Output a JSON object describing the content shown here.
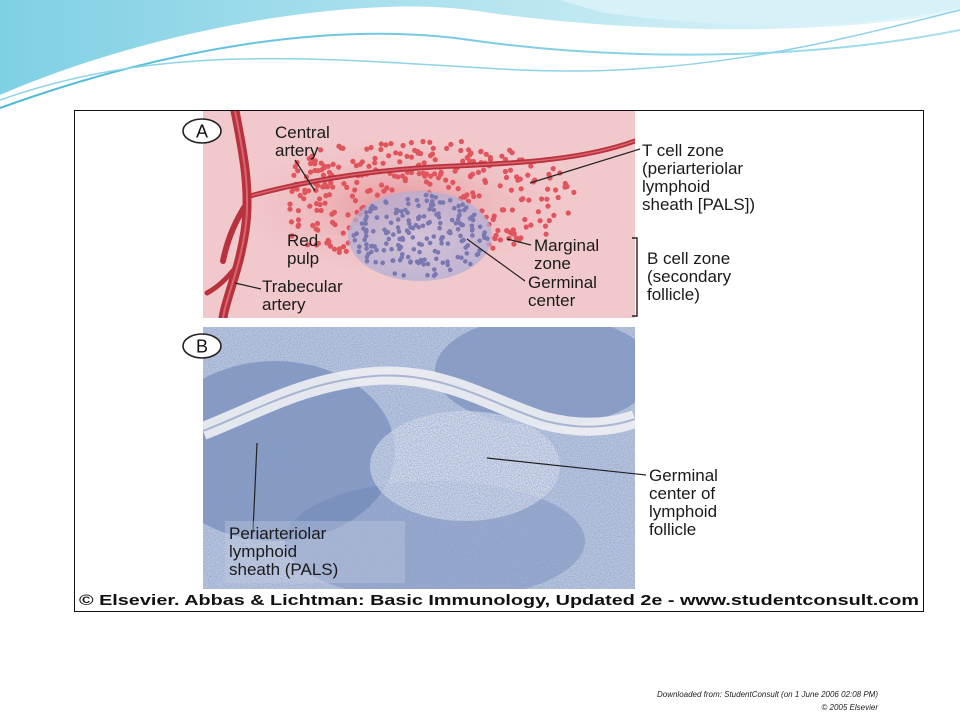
{
  "figure": {
    "panel_a": {
      "letter": "A",
      "labels": {
        "central_artery": [
          "Central",
          "artery"
        ],
        "red_pulp": [
          "Red",
          "pulp"
        ],
        "trabecular_artery": [
          "Trabecular",
          "artery"
        ],
        "t_cell_zone": [
          "T cell zone",
          "(periarteriolar",
          "lymphoid",
          "sheath [PALS])"
        ],
        "marginal_zone": [
          "Marginal",
          "zone"
        ],
        "germinal_center": [
          "Germinal",
          "center"
        ],
        "b_cell_zone": [
          "B cell zone",
          "(secondary",
          "follicle)"
        ]
      }
    },
    "panel_b": {
      "letter": "B",
      "labels": {
        "germinal_center_follicle": [
          "Germinal",
          "center of",
          "lymphoid",
          "follicle"
        ],
        "pals": [
          "Periarteriolar",
          "lymphoid",
          "sheath (PALS)"
        ]
      }
    },
    "copyright": "© Elsevier. Abbas & Lichtman: Basic Immunology, Updated 2e - www.studentconsult.com"
  },
  "footer": {
    "downloaded": "Downloaded from: StudentConsult (on 1 June 2006 02:08 PM)",
    "copyright": "© 2005 Elsevier"
  },
  "colors": {
    "panel_a_background": "#f1c9cc",
    "t_cell_dots": "#e0555c",
    "b_cell_dots": "#7a78b0",
    "artery": "#b8323e",
    "histology_base": "#bcc7de",
    "histology_dark": "#3f5a95"
  }
}
